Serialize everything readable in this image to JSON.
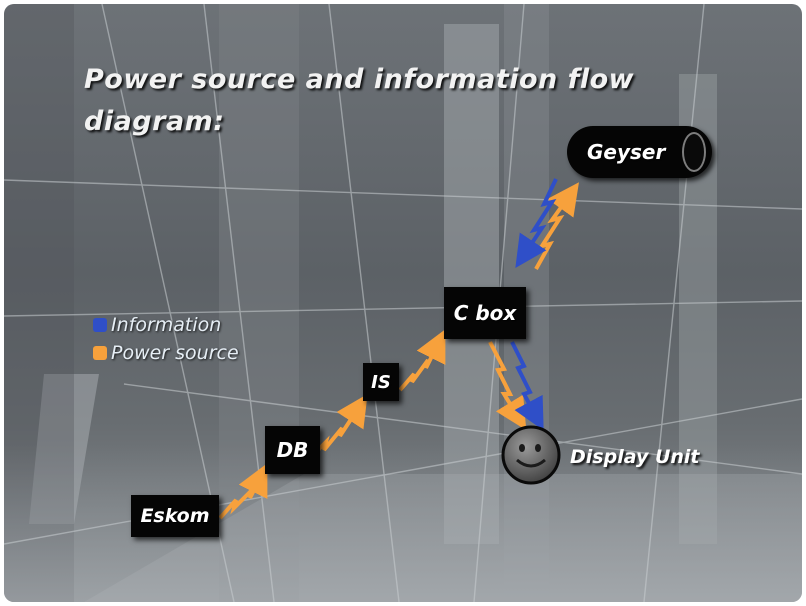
{
  "title_line1": "Power source and information flow",
  "title_line2": "diagram:",
  "nodes": {
    "eskom": "Eskom",
    "db": "DB",
    "is": "IS",
    "cbox": "C box",
    "geyser": "Geyser",
    "display_unit": "Display Unit"
  },
  "legend": {
    "information": "Information",
    "power_source": "Power source"
  },
  "colors": {
    "information": "#2f4fc8",
    "power_source": "#f7a13c",
    "node_fill": "#050505"
  },
  "icons": {
    "display_unit": "smiley-face-icon"
  }
}
